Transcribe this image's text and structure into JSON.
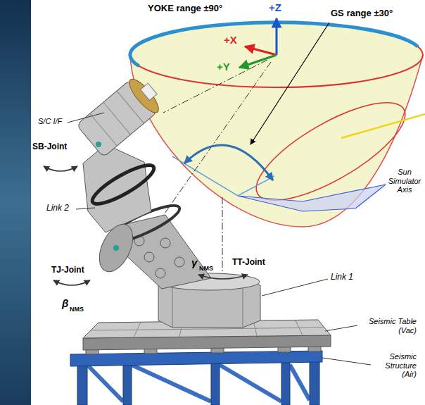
{
  "diagram": {
    "labels": [
      "YOKE range ±90°",
      "+Z",
      "GS range ±30°",
      "+X",
      "+Y",
      "S/C I/F",
      "SB-Joint",
      "Sun Simulator Axis",
      "Link 2",
      "γ",
      "NMS",
      "TT-Joint",
      "TJ-Joint",
      "β",
      "NMS",
      "Link 1",
      "Seismic Table (Vac)",
      "Seismic Structure (Air)"
    ]
  }
}
